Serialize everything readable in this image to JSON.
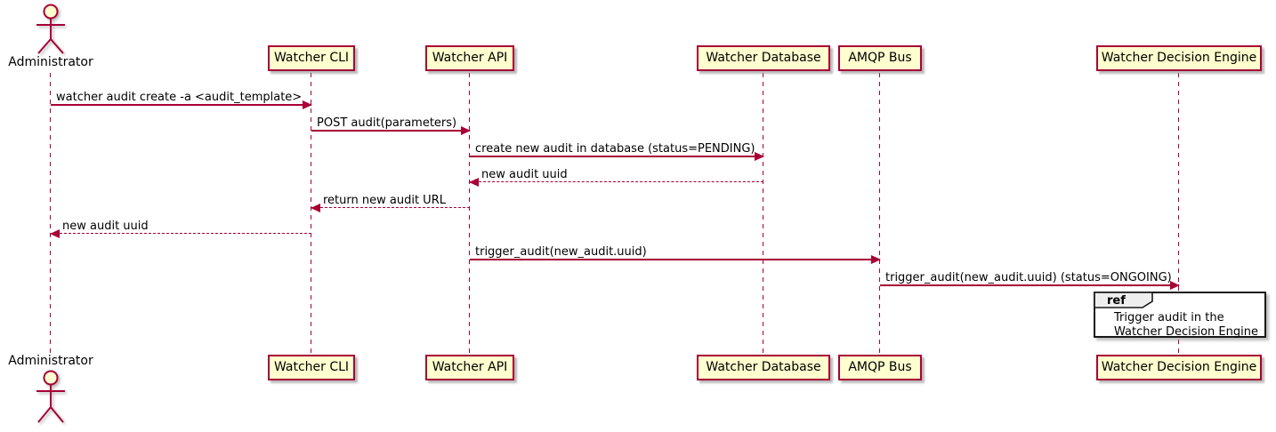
{
  "diagram_type": "uml-sequence",
  "actor": {
    "name": "Administrator"
  },
  "participants": [
    {
      "id": "watcher-cli",
      "label": "Watcher CLI"
    },
    {
      "id": "watcher-api",
      "label": "Watcher API"
    },
    {
      "id": "watcher-database",
      "label": "Watcher Database"
    },
    {
      "id": "amqp-bus",
      "label": "AMQP Bus"
    },
    {
      "id": "watcher-decision-engine",
      "label": "Watcher Decision Engine"
    }
  ],
  "messages": [
    {
      "from": "Administrator",
      "to": "Watcher CLI",
      "label": "watcher audit create -a <audit_template>",
      "line": "solid",
      "direction": "right"
    },
    {
      "from": "Watcher CLI",
      "to": "Watcher API",
      "label": "POST audit(parameters)",
      "line": "solid",
      "direction": "right"
    },
    {
      "from": "Watcher API",
      "to": "Watcher Database",
      "label": "create new audit in database (status=PENDING)",
      "line": "solid",
      "direction": "right"
    },
    {
      "from": "Watcher Database",
      "to": "Watcher API",
      "label": "new audit uuid",
      "line": "dashed",
      "direction": "left"
    },
    {
      "from": "Watcher API",
      "to": "Watcher CLI",
      "label": "return new audit URL",
      "line": "dashed",
      "direction": "left"
    },
    {
      "from": "Watcher CLI",
      "to": "Administrator",
      "label": "new audit uuid",
      "line": "dashed",
      "direction": "left"
    },
    {
      "from": "Watcher API",
      "to": "AMQP Bus",
      "label": "trigger_audit(new_audit.uuid)",
      "line": "solid",
      "direction": "right"
    },
    {
      "from": "AMQP Bus",
      "to": "Watcher Decision Engine",
      "label": "trigger_audit(new_audit.uuid) (status=ONGOING)",
      "line": "solid",
      "direction": "right"
    }
  ],
  "ref": {
    "keyword": "ref",
    "lines": [
      "Trigger audit in the",
      "Watcher Decision Engine"
    ]
  },
  "colors": {
    "participant_fill": "#FEFECE",
    "participant_border": "#A80036",
    "lifeline": "#A80036",
    "arrow": "#A80036",
    "text": "#000000",
    "ref_border": "#181818",
    "ref_header_fill": "#EEEEEE",
    "ref_body_fill": "#FFFFFF",
    "background": "#FFFFFF"
  }
}
